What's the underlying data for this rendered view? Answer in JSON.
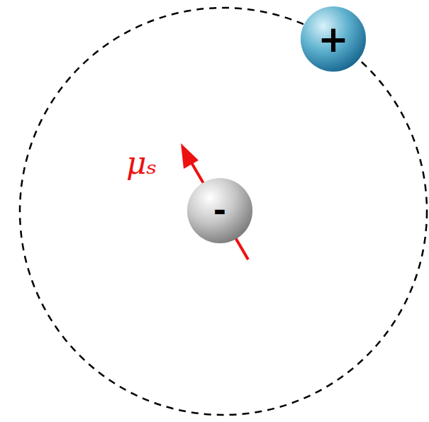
{
  "diagram": {
    "nodes": [
      {
        "text": [
          "+"
        ]
      },
      {
        "text": [
          "-"
        ]
      }
    ],
    "labels": [
      "μₛ"
    ]
  }
}
